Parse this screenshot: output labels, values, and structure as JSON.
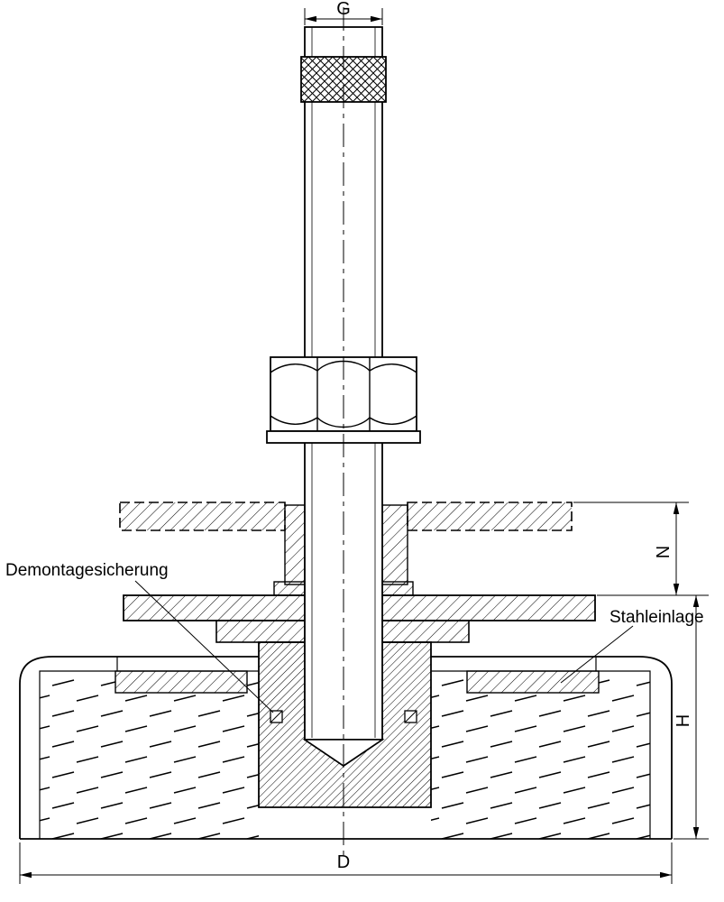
{
  "labels": {
    "dim_g": "G",
    "dim_n": "N",
    "dim_h": "H",
    "dim_d": "D",
    "callout_left": "Demontagesicherung",
    "callout_right": "Stahleinlage"
  },
  "colors": {
    "line": "#000000",
    "background": "#ffffff"
  }
}
